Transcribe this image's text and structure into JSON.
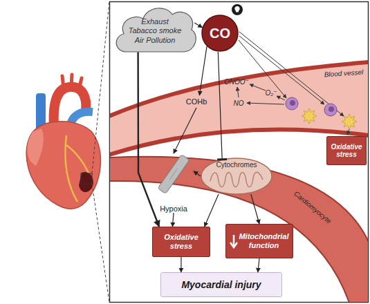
{
  "diagram": {
    "nodes": [
      {
        "text": [
          "Exhaust Tabacco smoke Air Pollution"
        ]
      },
      {
        "text": [
          "CO"
        ]
      },
      {
        "text": [
          "COHb"
        ]
      },
      {
        "text": [
          "Hypoxia"
        ]
      },
      {
        "text": [
          "Cytochromes"
        ]
      },
      {
        "text": [
          "Oxidative stress"
        ]
      },
      {
        "text": [
          "Mitochondrial function"
        ]
      },
      {
        "text": [
          "Myocardial injury"
        ]
      },
      {
        "text": [
          "Oxidative stress"
        ]
      }
    ],
    "edges": [
      {
        "from": 0,
        "to": 1,
        "arrow": "to"
      },
      {
        "from": 0,
        "to": 5,
        "arrow": "to"
      },
      {
        "from": 1,
        "to": 2,
        "arrow": "to"
      },
      {
        "from": 1,
        "to": 4,
        "arrow": "to"
      },
      {
        "from": 2,
        "to": 3,
        "arrow": "to"
      },
      {
        "from": 4,
        "to": 3,
        "arrow": "to"
      },
      {
        "from": 3,
        "to": 5,
        "arrow": "to"
      },
      {
        "from": 4,
        "to": 5,
        "arrow": "to"
      },
      {
        "from": 4,
        "to": 6,
        "arrow": "to"
      },
      {
        "from": 5,
        "to": 7,
        "arrow": "to"
      },
      {
        "from": 6,
        "to": 7,
        "arrow": "to"
      }
    ],
    "labels": [
      "Blood vessel",
      "Cardiomyocyte",
      "ONOO⁻",
      "O₂⁻",
      "NO"
    ]
  }
}
